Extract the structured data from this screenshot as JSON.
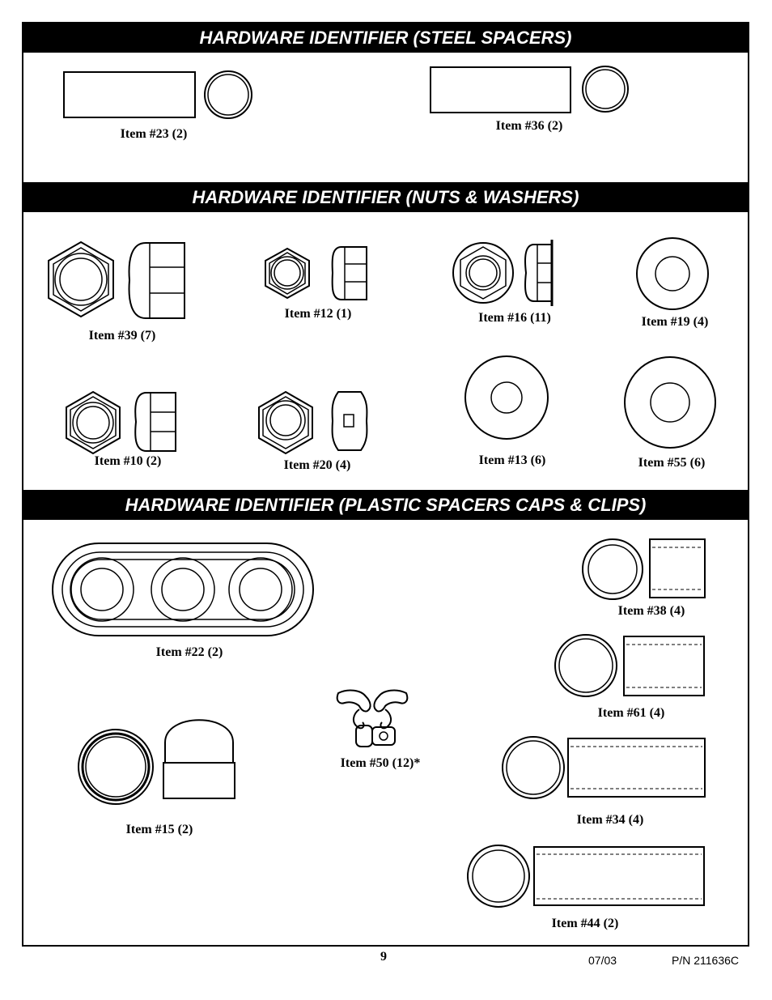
{
  "sections": {
    "steel_spacers": {
      "title": "HARDWARE IDENTIFIER (STEEL SPACERS)"
    },
    "nuts_washers": {
      "title": "HARDWARE IDENTIFIER (NUTS & WASHERS)"
    },
    "plastic": {
      "title": "HARDWARE IDENTIFIER (PLASTIC SPACERS CAPS & CLIPS)"
    }
  },
  "items": {
    "i23": "Item #23 (2)",
    "i36": "Item #36 (2)",
    "i39": "Item #39 (7)",
    "i12": "Item #12 (1)",
    "i16": "Item #16 (11)",
    "i19": "Item #19 (4)",
    "i10": "Item #10 (2)",
    "i20": "Item #20 (4)",
    "i13": "Item #13 (6)",
    "i55": "Item #55 (6)",
    "i22": "Item #22 (2)",
    "i38": "Item #38 (4)",
    "i61": "Item #61 (4)",
    "i50": "Item #50 (12)*",
    "i34": "Item #34 (4)",
    "i15": "Item #15 (2)",
    "i44": "Item #44 (2)"
  },
  "footer": {
    "page": "9",
    "date": "07/03",
    "part_number": "P/N 211636C"
  }
}
